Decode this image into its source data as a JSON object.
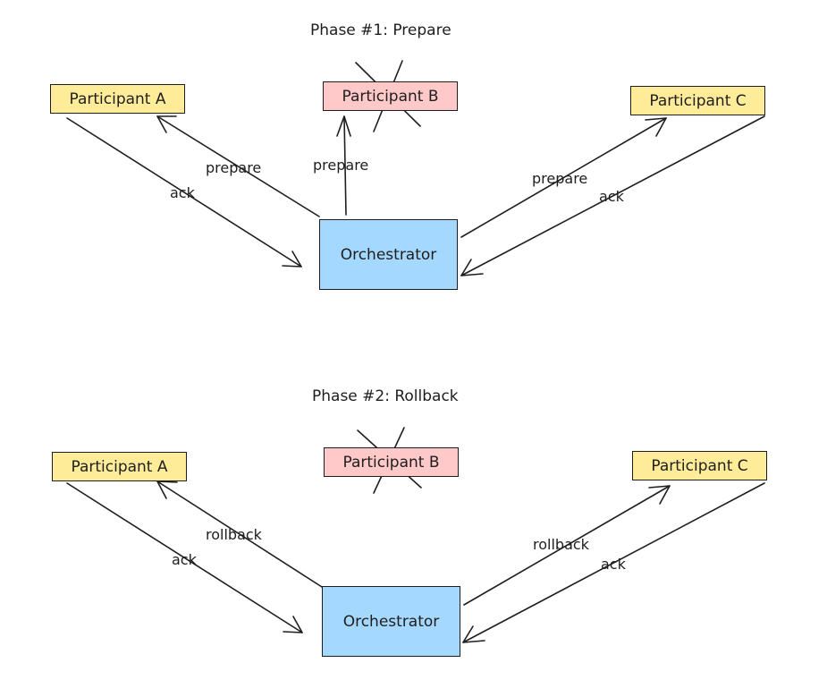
{
  "phases": [
    {
      "title": "Phase #1: Prepare",
      "participant_a": "Participant A",
      "participant_b": "Participant B",
      "participant_c": "Participant C",
      "orchestrator": "Orchestrator",
      "msg_a": "prepare",
      "ack_a": "ack",
      "msg_b": "prepare",
      "msg_c": "prepare",
      "ack_c": "ack"
    },
    {
      "title": "Phase #2: Rollback",
      "participant_a": "Participant A",
      "participant_b": "Participant B",
      "participant_c": "Participant C",
      "orchestrator": "Orchestrator",
      "msg_a": "rollback",
      "ack_a": "ack",
      "msg_c": "rollback",
      "ack_c": "ack"
    }
  ],
  "colors": {
    "participant": "#ffec99",
    "failed_participant": "#ffc9c9",
    "orchestrator": "#a5d8ff",
    "stroke": "#1e1e1e"
  }
}
